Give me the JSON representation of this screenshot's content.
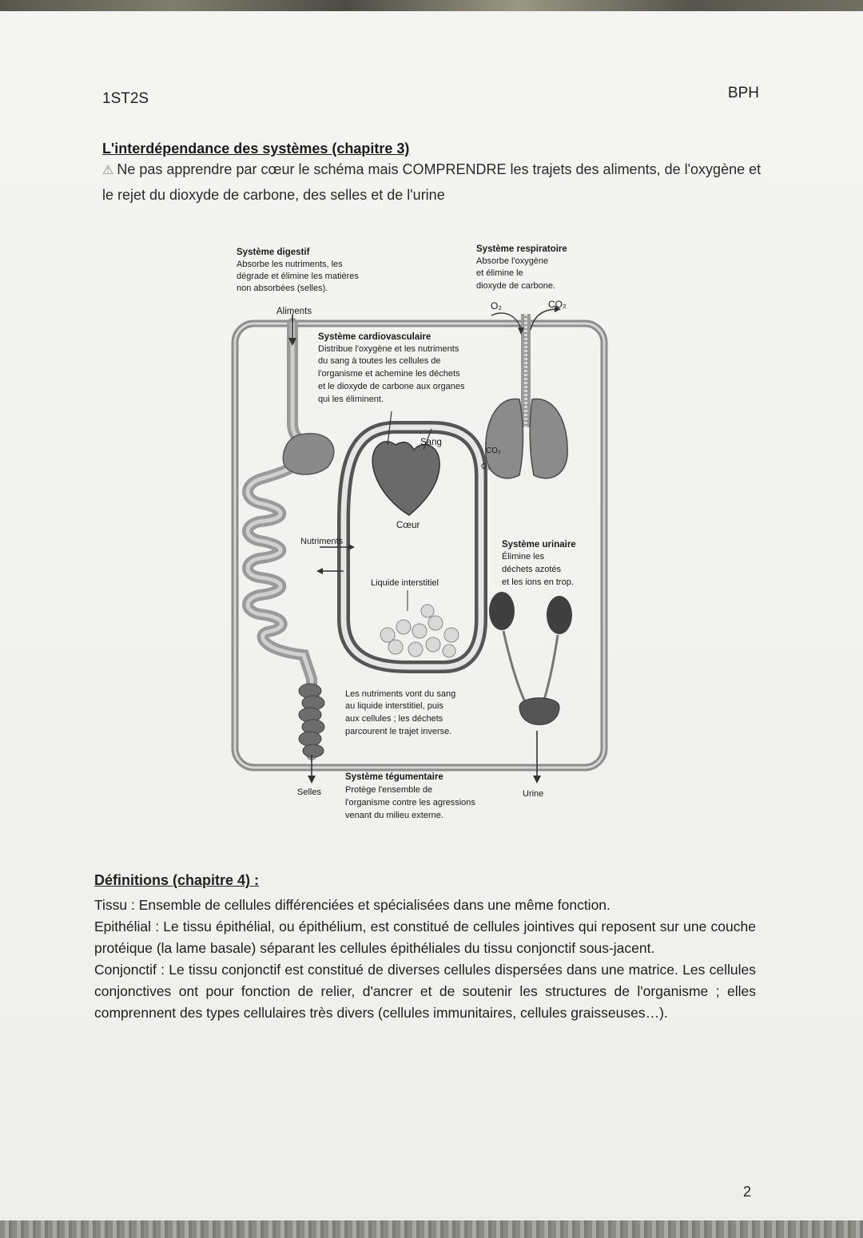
{
  "header": {
    "left": "1ST2S",
    "right": "BPH"
  },
  "section1": {
    "title": "L'interdépendance des systèmes (chapitre 3)",
    "warning_icon": "warning-triangle-icon",
    "warning_text": "Ne pas apprendre par cœur le schéma mais COMPRENDRE les trajets des aliments, de l'oxygène et le rejet du dioxyde de carbone, des selles et de l'urine"
  },
  "diagram": {
    "digestif_title": "Système digestif",
    "digestif_l1": "Absorbe les nutriments, les",
    "digestif_l2": "dégrade et élimine les matières",
    "digestif_l3": "non absorbées (selles).",
    "respiratoire_title": "Système respiratoire",
    "respiratoire_l1": "Absorbe l'oxygène",
    "respiratoire_l2": "et élimine le",
    "respiratoire_l3": "dioxyde de carbone.",
    "o2": "O₂",
    "co2": "CO₂",
    "aliments": "Aliments",
    "cardio_title": "Système cardiovasculaire",
    "cardio_l1": "Distribue l'oxygène et les nutriments",
    "cardio_l2": "du sang à toutes les cellules de",
    "cardio_l3": "l'organisme et achemine les déchets",
    "cardio_l4": "et le dioxyde de carbone aux organes",
    "cardio_l5": "qui les éliminent.",
    "sang": "Sang",
    "co2_small": "CO₂",
    "o2_small": "O₂",
    "coeur": "Cœur",
    "nutriments": "Nutriments",
    "urinaire_title": "Système urinaire",
    "urinaire_l1": "Élimine les",
    "urinaire_l2": "déchets azotés",
    "urinaire_l3": "et les ions en trop.",
    "liquide": "Liquide interstitiel",
    "flux_l1": "Les nutriments vont du sang",
    "flux_l2": "au liquide interstitiel, puis",
    "flux_l3": "aux cellules ; les déchets",
    "flux_l4": "parcourent le trajet inverse.",
    "tegu_title": "Système tégumentaire",
    "tegu_l1": "Protège l'ensemble de",
    "tegu_l2": "l'organisme contre les agressions",
    "tegu_l3": "venant du milieu externe.",
    "selles": "Selles",
    "urine": "Urine"
  },
  "section2": {
    "title": "Définitions (chapitre 4) :",
    "tissu": "Tissu : Ensemble de cellules différenciées et spécialisées dans une même fonction.",
    "epithelial": "Epithélial : Le tissu épithélial, ou épithélium, est constitué de cellules jointives qui reposent sur une couche protéique (la lame basale) séparant les cellules épithéliales du tissu conjonctif sous-jacent.",
    "conjonctif": "Conjonctif : Le tissu conjonctif est constitué de diverses cellules dispersées dans une matrice. Les cellules conjonctives ont pour fonction de relier, d'ancrer et de soutenir les structures de l'organisme ; elles comprennent des types cellulaires très divers (cellules immunitaires, cellules graisseuses…)."
  },
  "footer": {
    "page_number": "2"
  }
}
